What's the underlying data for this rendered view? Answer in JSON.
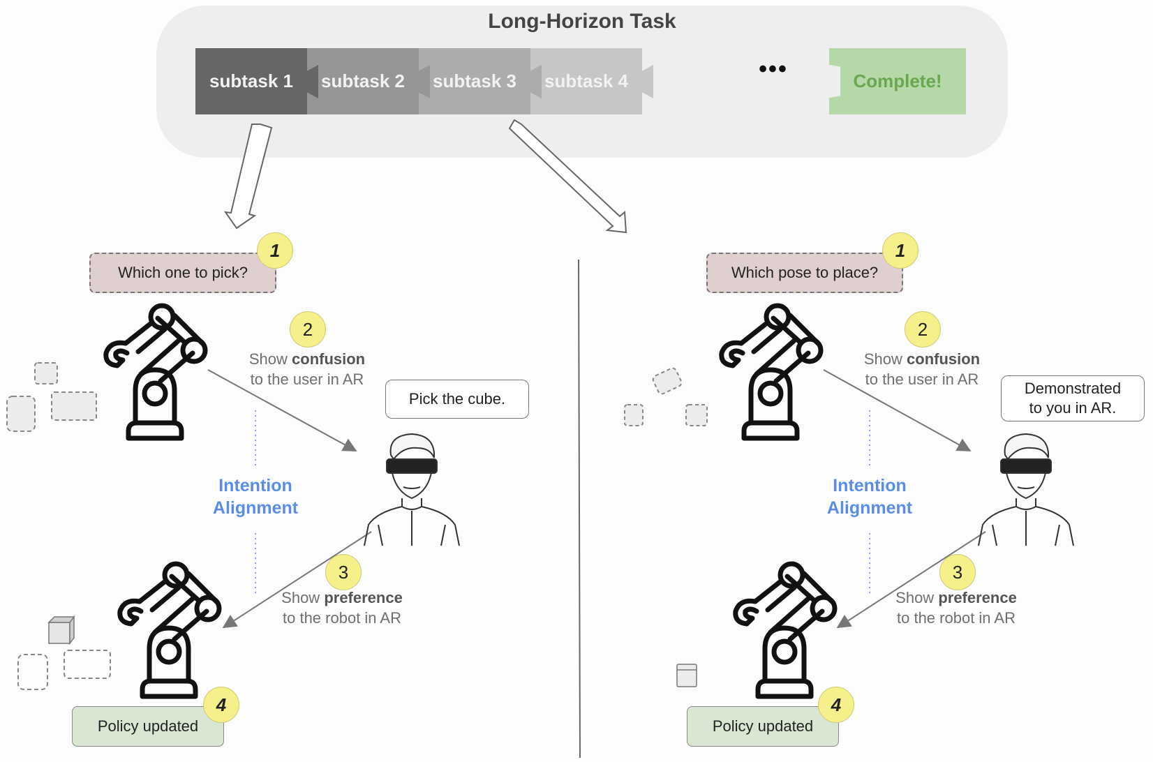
{
  "header": {
    "title": "Long-Horizon Task",
    "subtasks": [
      {
        "label": "subtask 1",
        "color": "#666666"
      },
      {
        "label": "subtask 2",
        "color": "#969696"
      },
      {
        "label": "subtask 3",
        "color": "#acacac"
      },
      {
        "label": "subtask 4",
        "color": "#c6c6c6"
      }
    ],
    "ellipsis": "•••",
    "complete_label": "Complete!"
  },
  "panels": [
    {
      "question": "Which one to pick?",
      "step1_badge": "1",
      "step2_badge": "2",
      "step2_prefix": "Show ",
      "step2_bold": "confusion",
      "step2_line2": "to the user in AR",
      "user_speech": "Pick the cube.",
      "alignment_line1": "Intention",
      "alignment_line2": "Alignment",
      "step3_badge": "3",
      "step3_prefix": "Show ",
      "step3_bold": "preference",
      "step3_line2": "to the robot in AR",
      "step4_badge": "4",
      "policy_label": "Policy updated"
    },
    {
      "question": "Which pose to place?",
      "step1_badge": "1",
      "step2_badge": "2",
      "step2_prefix": "Show ",
      "step2_bold": "confusion",
      "step2_line2": "to the user in AR",
      "user_speech_line1": "Demonstrated",
      "user_speech_line2": "to you in AR.",
      "alignment_line1": "Intention",
      "alignment_line2": "Alignment",
      "step3_badge": "3",
      "step3_prefix": "Show ",
      "step3_bold": "preference",
      "step3_line2": "to the robot in AR",
      "step4_badge": "4",
      "policy_label": "Policy updated"
    }
  ],
  "colors": {
    "badge": "#f5f08a",
    "alignment_text": "#5b8de6",
    "question_bg": "#dfcfcf",
    "policy_bg": "#d8e6d2",
    "complete_bg": "#b6d7a8",
    "complete_text": "#6aa84f"
  }
}
